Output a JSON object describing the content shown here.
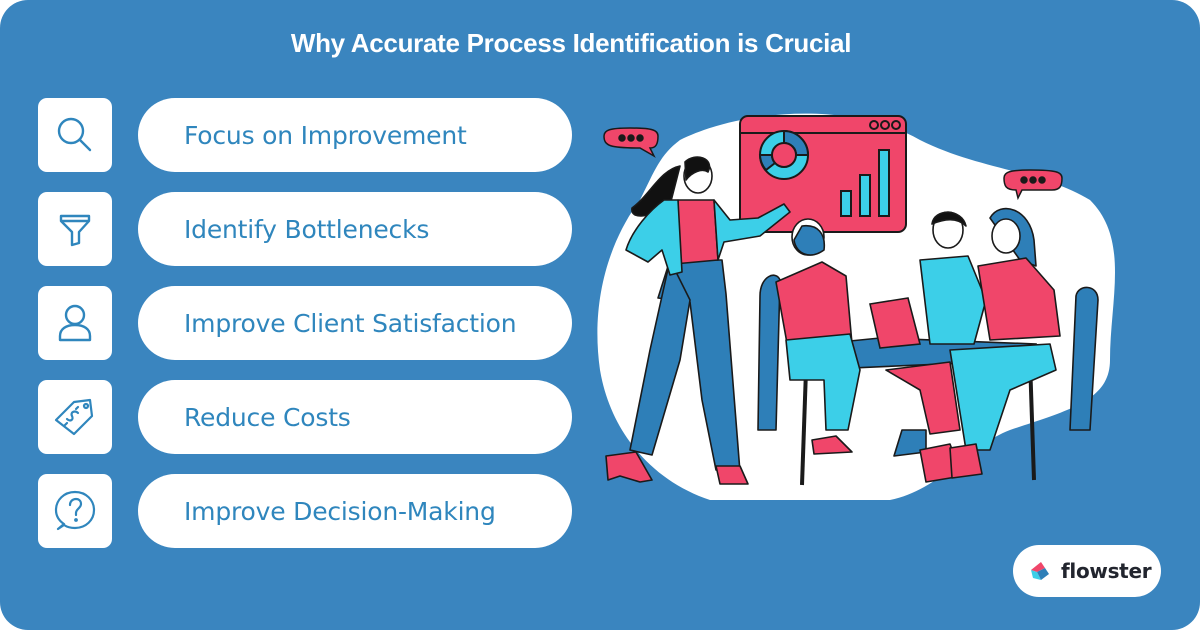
{
  "header": {
    "title": "Why Accurate Process Identification is Crucial"
  },
  "colors": {
    "background": "#3a85bf",
    "card": "#ffffff",
    "text_accent": "#2f86bd",
    "illustration_pink": "#f0466a",
    "illustration_cyan": "#3ccfe8",
    "illustration_blue": "#2e7fb8"
  },
  "items": [
    {
      "label": "Focus on Improvement",
      "icon": "search-icon"
    },
    {
      "label": "Identify Bottlenecks",
      "icon": "funnel-icon"
    },
    {
      "label": "Improve Client Satisfaction",
      "icon": "user-icon"
    },
    {
      "label": "Reduce Costs",
      "icon": "price-tag-icon"
    },
    {
      "label": "Improve Decision-Making",
      "icon": "question-bubble-icon"
    }
  ],
  "illustration": {
    "description": "Team meeting: woman presenting a dashboard screen with donut chart and bar chart to three colleagues seated at a table with a laptop",
    "speech_bubble_text": "•••",
    "screen_controls": "ooo"
  },
  "brand": {
    "name": "flowster"
  }
}
